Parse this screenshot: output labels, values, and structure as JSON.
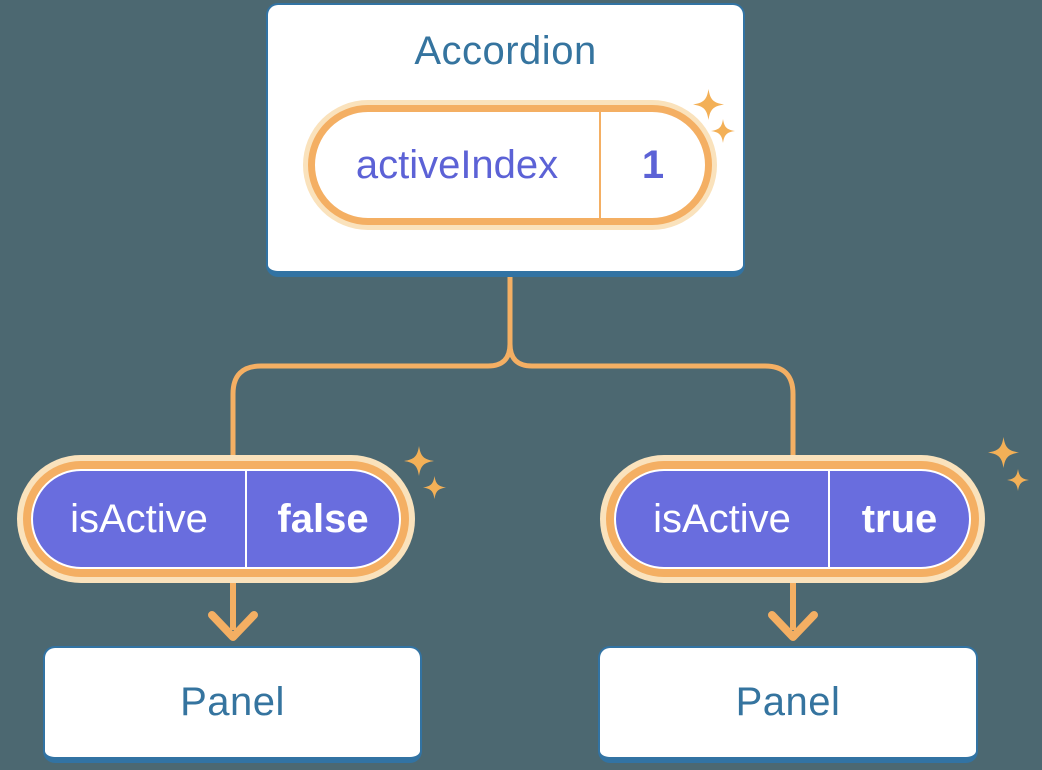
{
  "colors": {
    "background": "#4C6871",
    "card_fill": "#FFFFFF",
    "card_border_blue": "#3273A3",
    "heading_blue": "#35749F",
    "accent_orange": "#F4AF63",
    "glow_peach": "#FAE2BC",
    "pill_purple": "#696DDE",
    "state_text_purple": "#5C62D6",
    "pill_text_white": "#FFFFFF",
    "sparkle_gold": "#F3B057"
  },
  "accordion": {
    "title": "Accordion",
    "state": {
      "name": "activeIndex",
      "value": "1"
    }
  },
  "children": [
    {
      "prop_name": "isActive",
      "prop_value": "false",
      "panel_label": "Panel"
    },
    {
      "prop_name": "isActive",
      "prop_value": "true",
      "panel_label": "Panel"
    }
  ],
  "icons": {
    "sparkle": "sparkle-icon"
  }
}
